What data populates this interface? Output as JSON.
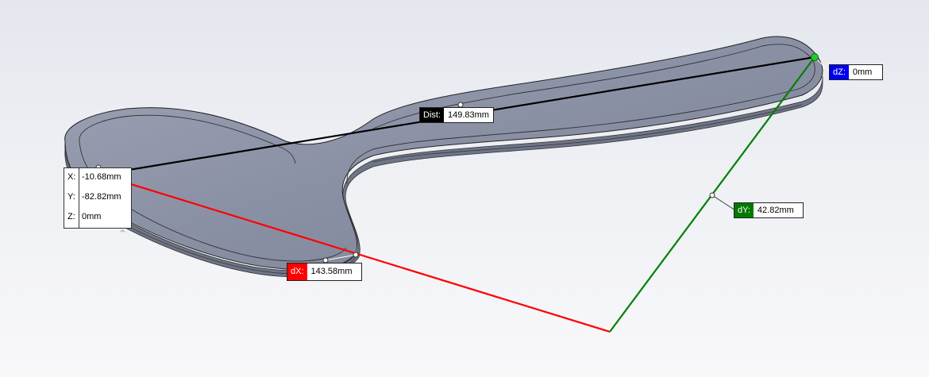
{
  "viewport": {
    "model": "spoon",
    "colors": {
      "background_top": "#e4e7ee",
      "background_bottom": "#f8f8fa",
      "model_fill": "#8f95a8",
      "dx_color": "#ff0000",
      "dy_color": "#008000",
      "dz_color": "#0000ff",
      "dist_color": "#000000",
      "point_color": "#22cc22"
    }
  },
  "point_readout": {
    "x_label": "X:",
    "x_value": "-10.68mm",
    "y_label": "Y:",
    "y_value": "-82.82mm",
    "z_label": "Z:",
    "z_value": "0mm",
    "collapse_icon": "caret-up-icon"
  },
  "measurements": {
    "dist": {
      "label": "Dist:",
      "value": "149.83mm"
    },
    "dx": {
      "label": "dX:",
      "value": "143.58mm"
    },
    "dy": {
      "label": "dY:",
      "value": "42.82mm"
    },
    "dz": {
      "label": "dZ:",
      "value": "0mm"
    }
  }
}
